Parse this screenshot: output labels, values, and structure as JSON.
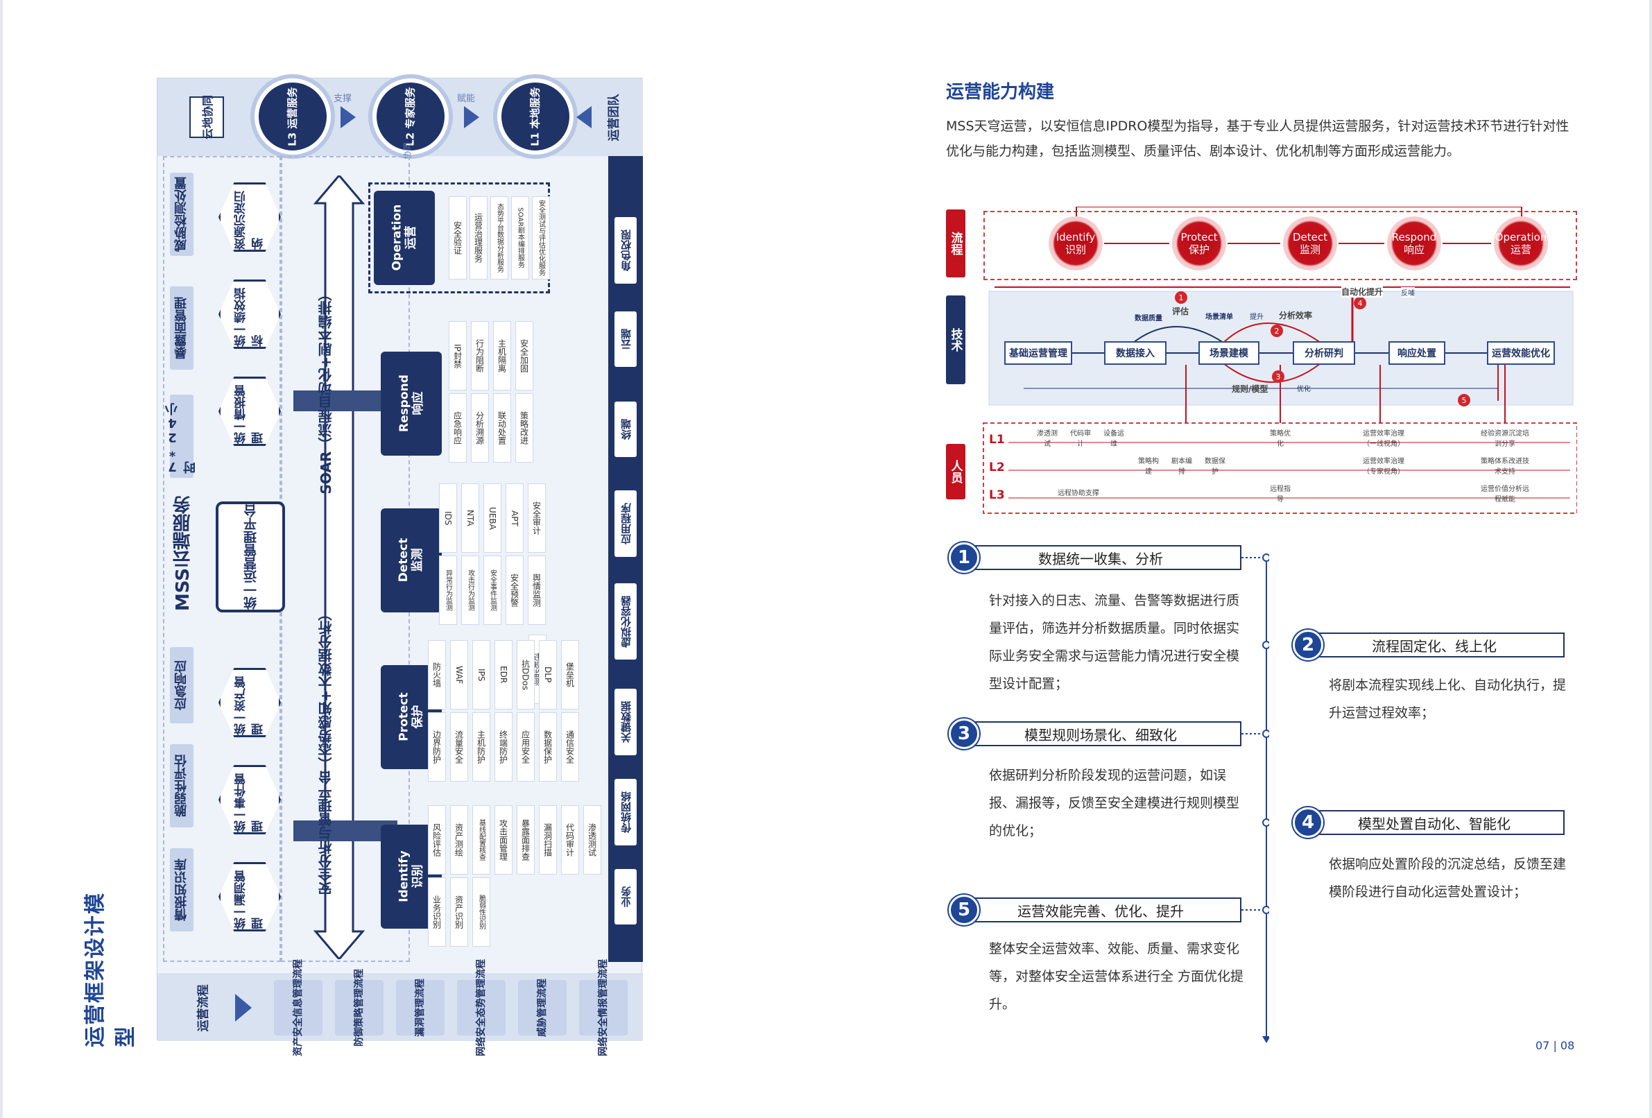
{
  "left_page": {
    "vertical_title": "运营框架设计模型",
    "top_bar": {
      "left_label": "云地协同",
      "right_label": "运营团队",
      "circles": [
        {
          "label": "L3 运营服务"
        },
        {
          "label": "L2 专家服务"
        },
        {
          "label": "L1 本地服务"
        }
      ],
      "arrow_labels": [
        "支撑",
        "赋能"
      ],
      "note": "协同"
    },
    "services": [
      "威胁检测处置",
      "暴露面管理",
      "7*24小时",
      "MSS云端服务",
      "应急响应",
      "脆弱性评估",
      "情报知识库"
    ],
    "hexagons": [
      "资源沉淀归纳",
      "统一绩效指标",
      "统一情报管理",
      "统一运营管理平台",
      "统一资产管理",
      "统一事件管理",
      "统一漏洞管理"
    ],
    "soar_label": "SOAR（流程自动化+剧本编排）",
    "analysis_label": "安全分析与管理平台（态势感知+大数据分析）",
    "phases": [
      {
        "en": "Operation",
        "zh": "运营"
      },
      {
        "en": "Respond",
        "zh": "响应"
      },
      {
        "en": "Detect",
        "zh": "监测"
      },
      {
        "en": "Protect",
        "zh": "保护"
      },
      {
        "en": "Identify",
        "zh": "识别"
      }
    ],
    "operation_tags": [
      "安全验证",
      "运营治理服务",
      "态势平台数据分析服务",
      "SOAR剧本编排服务",
      "安全测试与评估优化服务"
    ],
    "respond_tags": [
      "IP封禁",
      "行为阻断",
      "主机隔离",
      "安全加固",
      "应急响应",
      "分析溯源",
      "联动处置",
      "策略改进"
    ],
    "detect_tags": [
      "IDS",
      "NTA",
      "UEBA",
      "APT",
      "安全审计",
      "异常行为监测",
      "攻击行为监测",
      "安全事件监测",
      "安全预警",
      "舆情监测",
      "违规监测"
    ],
    "protect_tags": [
      "防火墙",
      "WAF",
      "IPS",
      "EDR",
      "抗DDos",
      "DLP",
      "堡垒机",
      "边界防护",
      "流量安全",
      "主机防护",
      "终端防护",
      "应用安全",
      "数据保护",
      "通信安全"
    ],
    "identify_tags": [
      "风险评估",
      "资产测绘",
      "基线配置核查",
      "攻击面管理",
      "暴露面排查",
      "漏洞扫描",
      "代码审计",
      "渗透测试",
      "业务识别",
      "资产识别",
      "脆弱性识别"
    ],
    "right_column": [
      "角色权限",
      "云端",
      "终端",
      "应用程序",
      "虚拟化容器",
      "关键数据",
      "传统网络",
      "业务"
    ],
    "bottom_bar": {
      "label": "运营流程",
      "processes": [
        "资产安全信息管理流程",
        "防御策略管理流程",
        "漏洞管理流程",
        "网络安全态势管理流程",
        "威胁管理流程",
        "网络安全情报管理流程"
      ]
    }
  },
  "right_page": {
    "title": "运营能力构建",
    "intro": "MSS天穹运营，以安恒信息IPDRO模型为指导，基于专业人员提供运营服务，针对运营技术环节进行针对性优化与能力构建，包括监测模型、质量评估、剧本设计、优化机制等方面形成运营能力。",
    "flow": {
      "row_labels": [
        "流程",
        "技术",
        "人员"
      ],
      "rings": [
        {
          "en": "Identify",
          "zh": "识别"
        },
        {
          "en": "Protect",
          "zh": "保护"
        },
        {
          "en": "Detect",
          "zh": "监测"
        },
        {
          "en": "Respond",
          "zh": "响应"
        },
        {
          "en": "Operation",
          "zh": "运营"
        }
      ],
      "tech_nodes": [
        "基础运营管理",
        "数据接入",
        "场景建模",
        "分析研判",
        "响应处置",
        "运营效能优化"
      ],
      "tech_labels": {
        "quality": "数据质量",
        "eval": "评估",
        "scene": "场景清单",
        "lift": "提升",
        "efficiency": "分析效率",
        "auto": "自动化提升",
        "feedback": "反哺",
        "rules": "规则/模型",
        "optimize": "优化"
      },
      "levels": [
        "L1",
        "L2",
        "L3"
      ],
      "people_items": {
        "l1": [
          "渗透测试",
          "代码审计",
          "设备运维",
          "策略优化",
          "运营效率治理（一线视角）",
          "经验资源沉淀培训分享"
        ],
        "l2": [
          "策略构建",
          "剧本编排",
          "数据保护",
          "运营效率治理（专家视角）",
          "策略体系改进技术支持"
        ],
        "l3": [
          "远程协助支撑",
          "远程指导",
          "运营价值分析远程赋能"
        ]
      }
    },
    "steps": [
      {
        "num": "1",
        "title": "数据统一收集、分析",
        "text": "针对接入的日志、流量、告警等数据进行质量评估，筛选并分析数据质量。同时依据实际业务安全需求与运营能力情况进行安全模型设计配置；"
      },
      {
        "num": "2",
        "title": "流程固定化、线上化",
        "text": "将剧本流程实现线上化、自动化执行，提升运营过程效率；"
      },
      {
        "num": "3",
        "title": "模型规则场景化、细致化",
        "text": "依据研判分析阶段发现的运营问题，如误报、漏报等，反馈至安全建模进行规则模型的优化；"
      },
      {
        "num": "4",
        "title": "模型处置自动化、智能化",
        "text": "依据响应处置阶段的沉淀总结，反馈至建模阶段进行自动化运营处置设计；"
      },
      {
        "num": "5",
        "title": "运营效能完善、优化、提升",
        "text": "整体安全运营效率、效能、质量、需求变化等，对整体安全运营体系进行全  方面优化提升。"
      }
    ],
    "page_number": "07 | 08"
  },
  "colors": {
    "navy": "#1f3366",
    "blue": "#1e4596",
    "red": "#c4121e"
  }
}
